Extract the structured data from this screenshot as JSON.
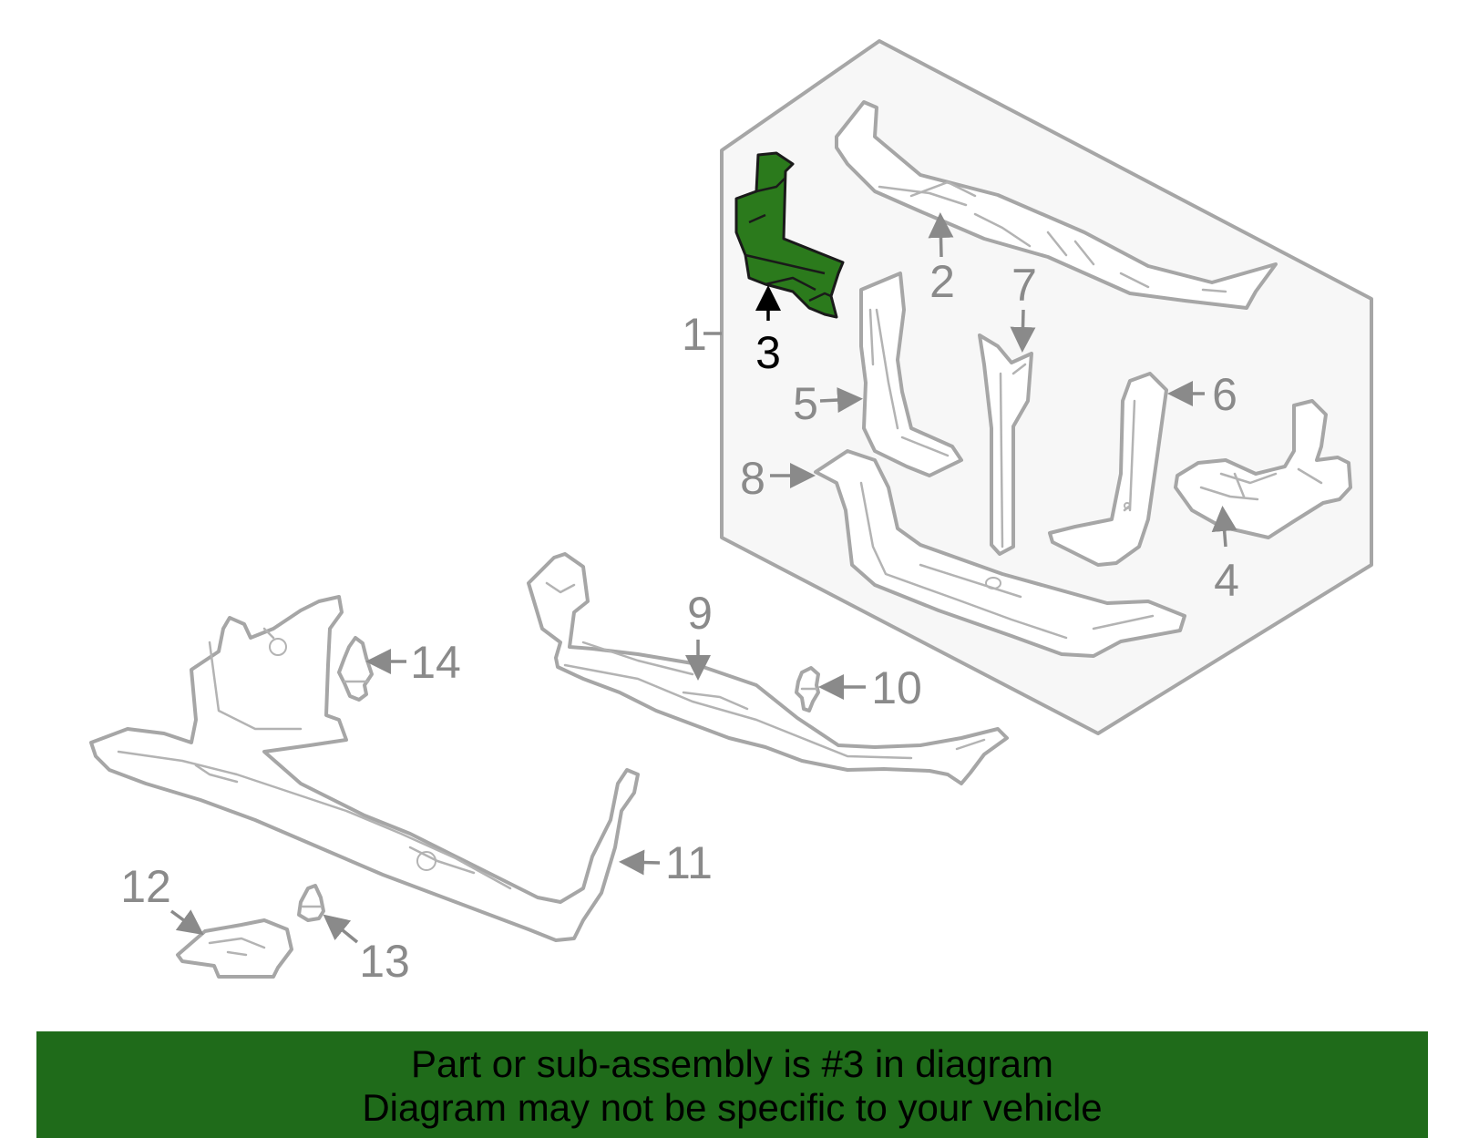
{
  "colors": {
    "highlight": "#2b7a1c",
    "part_outline": "#a6a6a6",
    "callout_text": "#8a8a8a",
    "highlight_label": "#000000",
    "footer_background": "#1f6b1a",
    "group_box_fill": "#f7f7f7"
  },
  "highlighted_part": "3",
  "callouts": {
    "c1": "1",
    "c2": "2",
    "c3": "3",
    "c4": "4",
    "c5": "5",
    "c6": "6",
    "c7": "7",
    "c8": "8",
    "c9": "9",
    "c10": "10",
    "c11": "11",
    "c12": "12",
    "c13": "13",
    "c14": "14"
  },
  "footer": {
    "line1": "Part or sub-assembly is #3 in diagram",
    "line2": "Diagram may not be specific to your vehicle"
  }
}
